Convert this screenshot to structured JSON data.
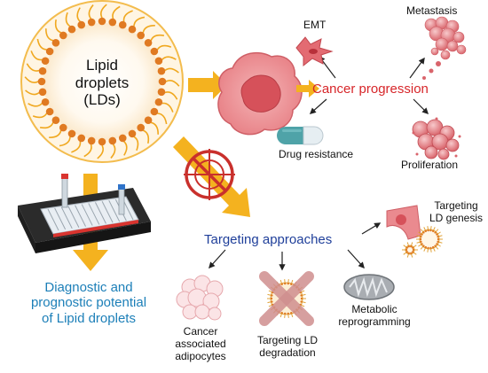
{
  "lipid_droplet": {
    "label": "Lipid\ndroplets\n(LDs)"
  },
  "cancer_progression": {
    "label": "Cancer progression",
    "outcomes": {
      "emt": "EMT",
      "metastasis": "Metastasis",
      "drug_resistance": "Drug resistance",
      "proliferation": "Proliferation"
    }
  },
  "targeting": {
    "label": "Targeting approaches",
    "outcomes": {
      "ld_genesis": "Targeting\nLD genesis",
      "metabolic": "Metabolic\nreprogramming",
      "ld_degradation": "Targeting LD\ndegradation",
      "adipocytes": "Cancer\nassociated\nadipocytes"
    }
  },
  "diagnostic": {
    "label": "Diagnostic and\nprognostic potential\nof Lipid droplets"
  },
  "colors": {
    "arrow_yellow": "#f4b21f",
    "cancer_red": "#d7262a",
    "targeting_blue": "#1f3f9a",
    "diagnostic_blue": "#1c7fb8",
    "lipid_orange": "#e98a2a",
    "cell_pink": "#e9868b"
  }
}
